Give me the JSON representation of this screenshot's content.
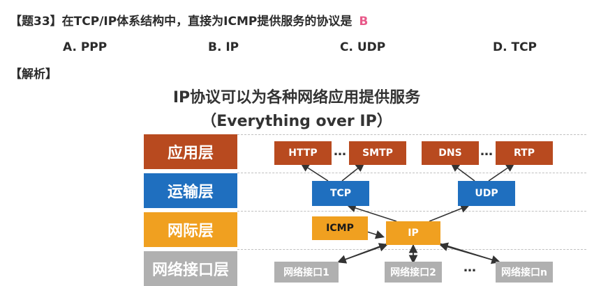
{
  "question": {
    "text": "【题33】在TCP/IP体系结构中，直接为ICMP提供服务的协议是",
    "answer": "B"
  },
  "options": [
    {
      "label": "A. PPP"
    },
    {
      "label": "B. IP"
    },
    {
      "label": "C. UDP"
    },
    {
      "label": "D. TCP"
    }
  ],
  "analysis_label": "【解析】",
  "diagram": {
    "title_line1": "IP协议可以为各种网络应用提供服务",
    "title_line2": "（Everything over IP）",
    "layers": [
      {
        "label": "应用层",
        "color": "#b84a1f"
      },
      {
        "label": "运输层",
        "color": "#1f6fbf"
      },
      {
        "label": "网际层",
        "color": "#f0a020"
      },
      {
        "label": "网络接口层",
        "color": "#b0b0b0"
      }
    ],
    "app_protocols": [
      "HTTP",
      "SMTP",
      "DNS",
      "RTP"
    ],
    "transport_protocols": [
      "TCP",
      "UDP"
    ],
    "network_protocols": [
      "ICMP",
      "IP"
    ],
    "interfaces": [
      "网络接口1",
      "网络接口2",
      "网络接口n"
    ],
    "ellipsis": "…"
  }
}
